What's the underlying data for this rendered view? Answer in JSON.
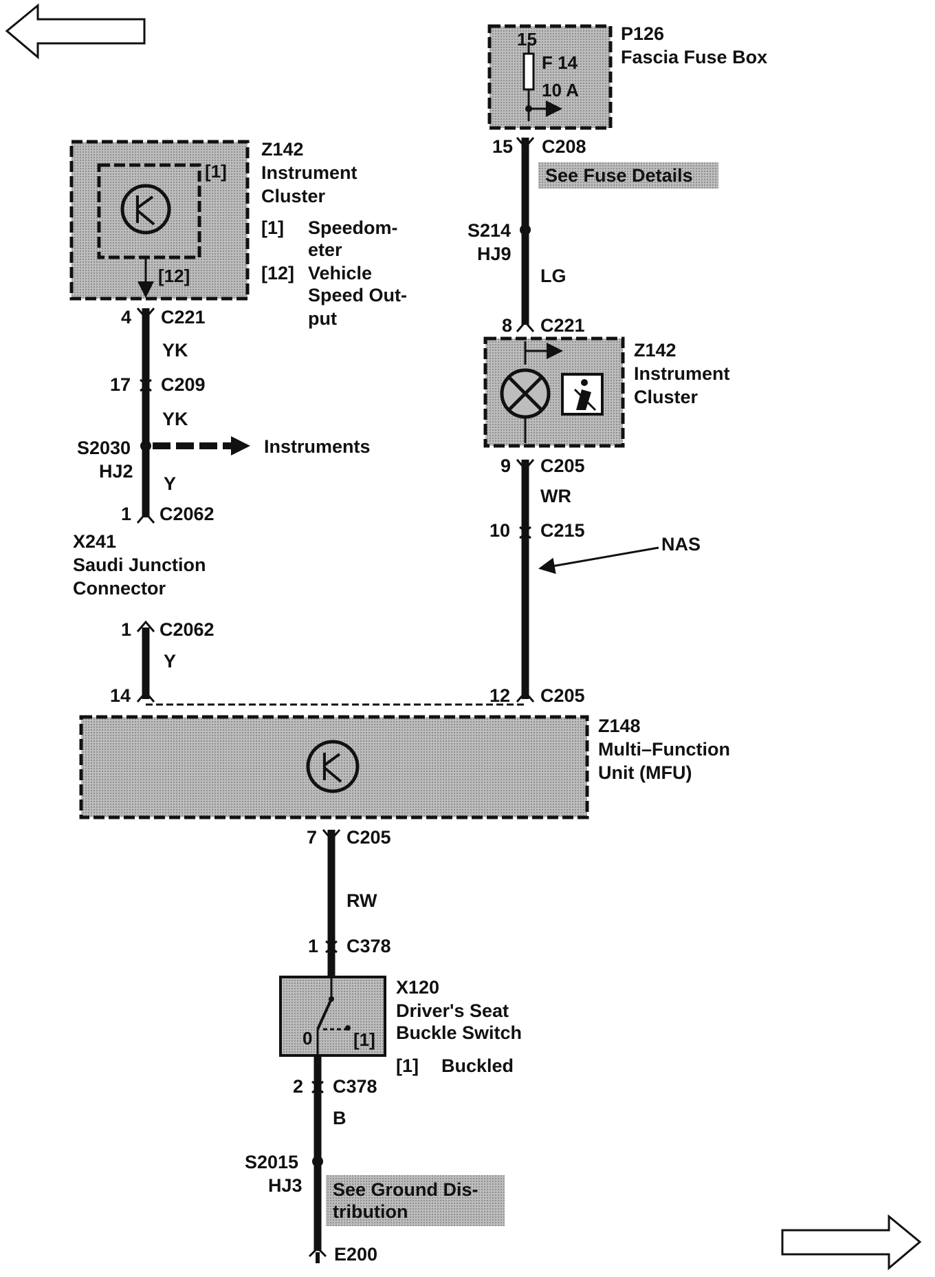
{
  "nav": {
    "prev_arrow_icon": "left-arrow-icon",
    "next_arrow_icon": "right-arrow-icon"
  },
  "fuse_box": {
    "id": "P126",
    "name": "Fascia Fuse Box",
    "pin": "15",
    "fuse": "F 14",
    "rating": "10 A",
    "connector_pin": "15",
    "connector": "C208",
    "note": "See Fuse Details"
  },
  "splice_s214": {
    "id": "S214",
    "loc": "HJ9",
    "wire": "LG"
  },
  "cluster_lamp": {
    "pin": "8",
    "connector": "C221",
    "id": "Z142",
    "name_line1": "Instrument",
    "name_line2": "Cluster",
    "out_pin": "9",
    "out_connector": "C205",
    "wire": "WR",
    "inline_pin": "10",
    "inline_connector": "C215",
    "nas": "NAS"
  },
  "speedo": {
    "id": "Z142",
    "name_line1": "Instrument",
    "name_line2": "Cluster",
    "inner_tag": "[1]",
    "out_tag": "[12]",
    "legend": [
      {
        "tag": "[1]",
        "lines": [
          "Speedom-",
          "eter"
        ]
      },
      {
        "tag": "[12]",
        "lines": [
          "Vehicle",
          "Speed Out-",
          "put"
        ]
      }
    ],
    "c221_pin": "4",
    "c221": "C221",
    "wire1": "YK",
    "c209_pin": "17",
    "c209": "C209",
    "wire2": "YK",
    "splice": "S2030",
    "splice_loc": "HJ2",
    "branch": "Instruments",
    "wire3": "Y",
    "c2062_pin": "1",
    "c2062": "C2062"
  },
  "junction": {
    "id": "X241",
    "name_line1": "Saudi Junction",
    "name_line2": "Connector",
    "pin": "1",
    "connector": "C2062",
    "wire": "Y",
    "mfu_pin_left": "14"
  },
  "mfu": {
    "pin_right": "12",
    "connector_right": "C205",
    "id": "Z148",
    "name_line1": "Multi–Function",
    "name_line2": "Unit (MFU)",
    "out_pin": "7",
    "out_connector": "C205",
    "wire": "RW"
  },
  "switch": {
    "in_pin": "1",
    "in_connector": "C378",
    "id": "X120",
    "name_line1": "Driver's Seat",
    "name_line2": "Buckle Switch",
    "pos0": "0",
    "pos1": "[1]",
    "legend_tag": "[1]",
    "legend_text": "Buckled",
    "out_pin": "2",
    "out_connector": "C378",
    "wire": "B"
  },
  "ground": {
    "splice": "S2015",
    "loc": "HJ3",
    "note_line1": "See Ground Dis-",
    "note_line2": "tribution",
    "ground_id": "E200"
  }
}
